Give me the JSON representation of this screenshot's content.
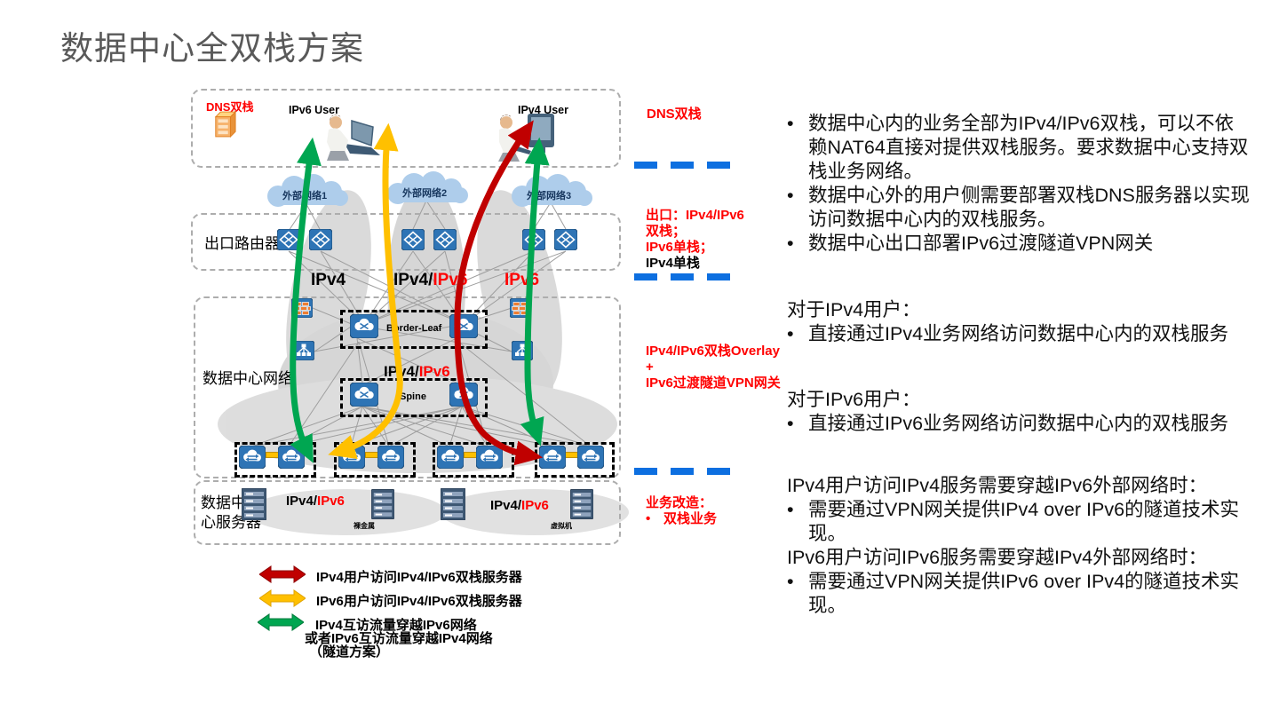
{
  "title": "数据中心全双栈方案",
  "chars": {
    "bullet": "•"
  },
  "colors": {
    "red": "#FF0000",
    "dark_red": "#C00000",
    "yellow": "#FFC000",
    "green": "#00A651",
    "blue_dash": "#0D6FE0",
    "device_blue": "#2E74B5",
    "title_gray": "#595959"
  },
  "diagram": {
    "dns_stack": "DNS双栈",
    "ipv6_user": "IPv6 User",
    "ipv4_user": "IPv4 User",
    "cloud1": "外部网络1",
    "cloud2": "外部网络2",
    "cloud3": "外部网络3",
    "exit_router": "出口路由器",
    "link_ipv4": "IPv4",
    "link_dual_prefix": "IPv4/",
    "link_dual_suffix": "IPv6",
    "link_ipv6": "IPv6",
    "dc_network": "数据中心网络",
    "border_leaf": "Border-Leaf",
    "spine": "Spine",
    "overlay_prefix": "IPv4/",
    "overlay_suffix": "IPv6",
    "server_label_line1": "数据中",
    "server_label_line2": "心服务器",
    "server1_prefix": "IPv4/",
    "server1_suffix": "IPv6",
    "server1_type": "裸金属",
    "server2_prefix": "IPv4/",
    "server2_suffix": "IPv6",
    "server2_type": "虚拟机"
  },
  "middle": {
    "dns_note": "DNS双栈",
    "exit_red_lines": [
      "出口：IPv4/IPv6",
      "双栈；",
      "IPv6单栈；"
    ],
    "exit_black_line": "IPv4单栈",
    "overlay_lines": [
      "IPv4/IPv6双栈Overlay",
      "+",
      "IPv6过渡隧道VPN网关"
    ],
    "service_title": "业务改造：",
    "service_bullet": "双栈业务"
  },
  "legend": {
    "item1": "IPv4用户访问IPv4/IPv6双栈服务器",
    "item2": "IPv6用户访问IPv4/IPv6双栈服务器",
    "item3_line1": "IPv4互访流量穿越IPv6网络",
    "item3_line2": "或者IPv6互访流量穿越IPv4网络",
    "item3_line3": "（隧道方案）"
  },
  "right_panel": {
    "bullets": [
      "数据中心内的业务全部为IPv4/IPv6双栈，可以不依赖NAT64直接对提供双栈服务。要求数据中心支持双栈业务网络。",
      "数据中心外的用户侧需要部署双栈DNS服务器以实现访问数据中心内的双栈服务。",
      "数据中心出口部署IPv6过渡隧道VPN网关"
    ],
    "sections": [
      {
        "heading": "对于IPv4用户：",
        "bullet": "直接通过IPv4业务网络访问数据中心内的双栈服务"
      },
      {
        "heading": "对于IPv6用户：",
        "bullet": "直接通过IPv6业务网络访问数据中心内的双栈服务"
      },
      {
        "heading": "IPv4用户访问IPv4服务需要穿越IPv6外部网络时：",
        "bullet": "需要通过VPN网关提供IPv4 over IPv6的隧道技术实现。"
      },
      {
        "heading": "IPv6用户访问IPv6服务需要穿越IPv4外部网络时：",
        "bullet": "需要通过VPN网关提供IPv6 over IPv4的隧道技术实现。"
      }
    ]
  }
}
